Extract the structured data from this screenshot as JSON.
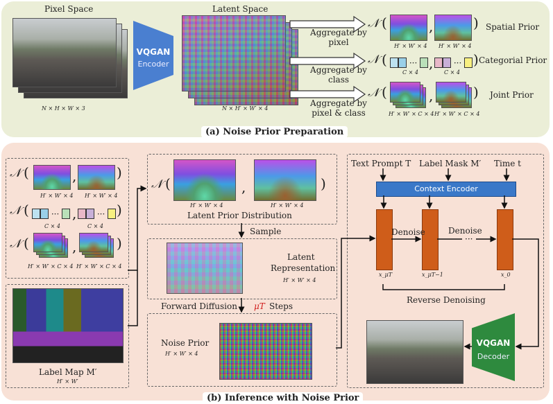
{
  "panel_a": {
    "caption": "(a) Noise Prior Preparation",
    "pixel_space_title": "Pixel Space",
    "pixel_space_dims": "N × H × W × 3",
    "encoder_title": "VQGAN",
    "encoder_sub": "Encoder",
    "latent_space_title": "Latent Space",
    "latent_space_dims": "N × H′ × W′ × 4",
    "agg_pixel": "Aggregate by pixel",
    "agg_class": "Aggregate by class",
    "agg_pixel_class": "Aggregate by pixel & class",
    "normal_symbol": "𝒩",
    "spatial_prior": "Spatial Prior",
    "spatial_dims_1": "H′ × W′ × 4",
    "spatial_dims_2": "H′ × W′ × 4",
    "categorial_prior": "Categorial Prior",
    "categ_dims_1": "C × 4",
    "categ_dims_2": "C × 4",
    "joint_prior": "Joint Prior",
    "joint_dims_1": "H′ × W′ × C × 4",
    "joint_dims_2": "H′ × W′ × C × 4"
  },
  "panel_b": {
    "caption": "(b) Inference with Noise Prior",
    "dims_spatial": "H′ × W′ × 4",
    "dims_categ": "C × 4",
    "dims_joint": "H′ × W′ × C × 4",
    "label_map": "Label Map M′",
    "label_map_dims": "H′ × W′",
    "latent_prior_dist": "Latent Prior Distribution",
    "lpd_dims": "H′ × W′ × 4",
    "sample": "Sample",
    "latent_rep_1": "Latent",
    "latent_rep_2": "Representation",
    "latent_rep_dims": "H′ × W′ × 4",
    "forward_diffusion": "Forward Diffusion",
    "steps_var": "μT",
    "steps": "Steps",
    "noise_prior": "Noise Prior",
    "noise_prior_dims": "H′ × W′ × 4",
    "text_prompt": "Text Prompt T",
    "label_mask": "Label Mask M′",
    "time": "Time t",
    "context_encoder": "Context Encoder",
    "denoise_1": "Denoise",
    "denoise_2": "Denoise",
    "x_mu_t": "x_μT",
    "x_mu_t_1": "x_μT−1",
    "x_0": "x_0",
    "reverse_denoising": "Reverse Denoising",
    "decoder_title": "VQGAN",
    "decoder_sub": "Decoder"
  },
  "colors": {
    "panel_a_bg": "#ebeed7",
    "panel_b_bg": "#f8e1d6",
    "vqgan_blue": "#4a7fd0",
    "vqgan_green": "#2e8a3e",
    "unet_orange": "#cf5d1a",
    "context_blue": "#3a78c8",
    "accent_red": "#d01c1c"
  }
}
